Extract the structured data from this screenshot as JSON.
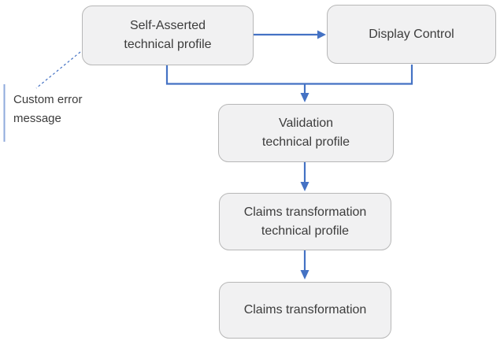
{
  "diagram": {
    "type": "flowchart",
    "nodes": [
      {
        "id": "self-asserted",
        "lines": [
          "Self-Asserted",
          "technical profile"
        ]
      },
      {
        "id": "display-control",
        "lines": [
          "Display Control"
        ]
      },
      {
        "id": "validation",
        "lines": [
          "Validation",
          "technical profile"
        ]
      },
      {
        "id": "claims-transformation-tp",
        "lines": [
          "Claims transformation",
          "technical profile"
        ]
      },
      {
        "id": "claims-transformation",
        "lines": [
          "Claims transformation"
        ]
      }
    ],
    "edges": [
      {
        "from": "self-asserted",
        "to": "display-control",
        "style": "arrow"
      },
      {
        "from": "self-asserted+display-control",
        "to": "validation",
        "style": "merged-elbow-arrow"
      },
      {
        "from": "validation",
        "to": "claims-transformation-tp",
        "style": "arrow"
      },
      {
        "from": "claims-transformation-tp",
        "to": "claims-transformation",
        "style": "arrow"
      },
      {
        "from": "custom-error-annotation",
        "to": "self-asserted",
        "style": "dashed"
      }
    ],
    "annotation": {
      "lines": [
        "Custom error",
        "message"
      ]
    },
    "colors": {
      "arrow": "#4472C4",
      "node_fill": "#F1F1F2",
      "node_border": "#B7B7B7",
      "text": "#3C3C3C",
      "annotation_bar": "#8FAADC",
      "bg": "#FFFFFF"
    }
  }
}
